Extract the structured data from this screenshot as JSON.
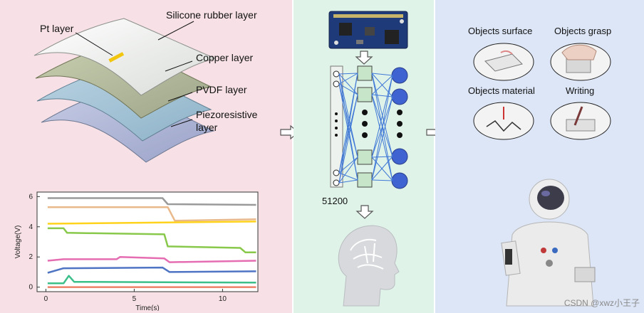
{
  "layers": {
    "pt": "Pt layer",
    "silicone": "Silicone rubber layer",
    "copper": "Copper layer",
    "pvdf": "PVDF layer",
    "piezo_line1": "Piezoresistive",
    "piezo_line2": "layer"
  },
  "chart_data": {
    "type": "line",
    "xlabel": "Time(s)",
    "ylabel": "Voltage(V)",
    "xlim": [
      -0.5,
      12
    ],
    "ylim": [
      -0.3,
      6.3
    ],
    "xticks": [
      "0",
      "5",
      "10"
    ],
    "yticks": [
      "0",
      "2",
      "4",
      "6"
    ],
    "series": [
      {
        "color": "#9a9a9a",
        "x": [
          0.1,
          6.6,
          6.9,
          11.9
        ],
        "y": [
          5.9,
          5.9,
          5.5,
          5.45
        ]
      },
      {
        "color": "#e9b98b",
        "x": [
          0.1,
          6.9,
          7.3,
          11.9
        ],
        "y": [
          5.3,
          5.3,
          4.4,
          4.5
        ]
      },
      {
        "color": "#ffd21c",
        "x": [
          0.1,
          11.9
        ],
        "y": [
          4.2,
          4.35
        ]
      },
      {
        "color": "#88c84a",
        "x": [
          0.1,
          1.0,
          1.2,
          6.7,
          6.9,
          11.0,
          11.3,
          11.9
        ],
        "y": [
          3.9,
          3.9,
          3.6,
          3.5,
          2.7,
          2.6,
          2.3,
          2.3
        ]
      },
      {
        "color": "#e56db1",
        "x": [
          0.1,
          1.0,
          4.0,
          4.2,
          6.7,
          7.0,
          11.9
        ],
        "y": [
          1.75,
          1.85,
          1.85,
          2.0,
          1.9,
          1.65,
          1.75
        ]
      },
      {
        "color": "#4f74c4",
        "x": [
          0.1,
          1.0,
          6.6,
          7.0,
          11.9
        ],
        "y": [
          0.95,
          1.25,
          1.3,
          1.0,
          1.05
        ]
      },
      {
        "color": "#3dbf8a",
        "x": [
          0.1,
          1.0,
          1.3,
          1.6,
          11.9
        ],
        "y": [
          0.25,
          0.25,
          0.75,
          0.35,
          0.3
        ]
      },
      {
        "color": "#ee8068",
        "x": [
          0.1,
          11.9
        ],
        "y": [
          0.0,
          0.0
        ]
      }
    ]
  },
  "network": {
    "input_size": "51200"
  },
  "apps": {
    "surface": "Objects surface",
    "grasp": "Objects grasp",
    "material": "Objects material",
    "writing": "Writing"
  },
  "watermark": "CSDN @xwz小王子"
}
